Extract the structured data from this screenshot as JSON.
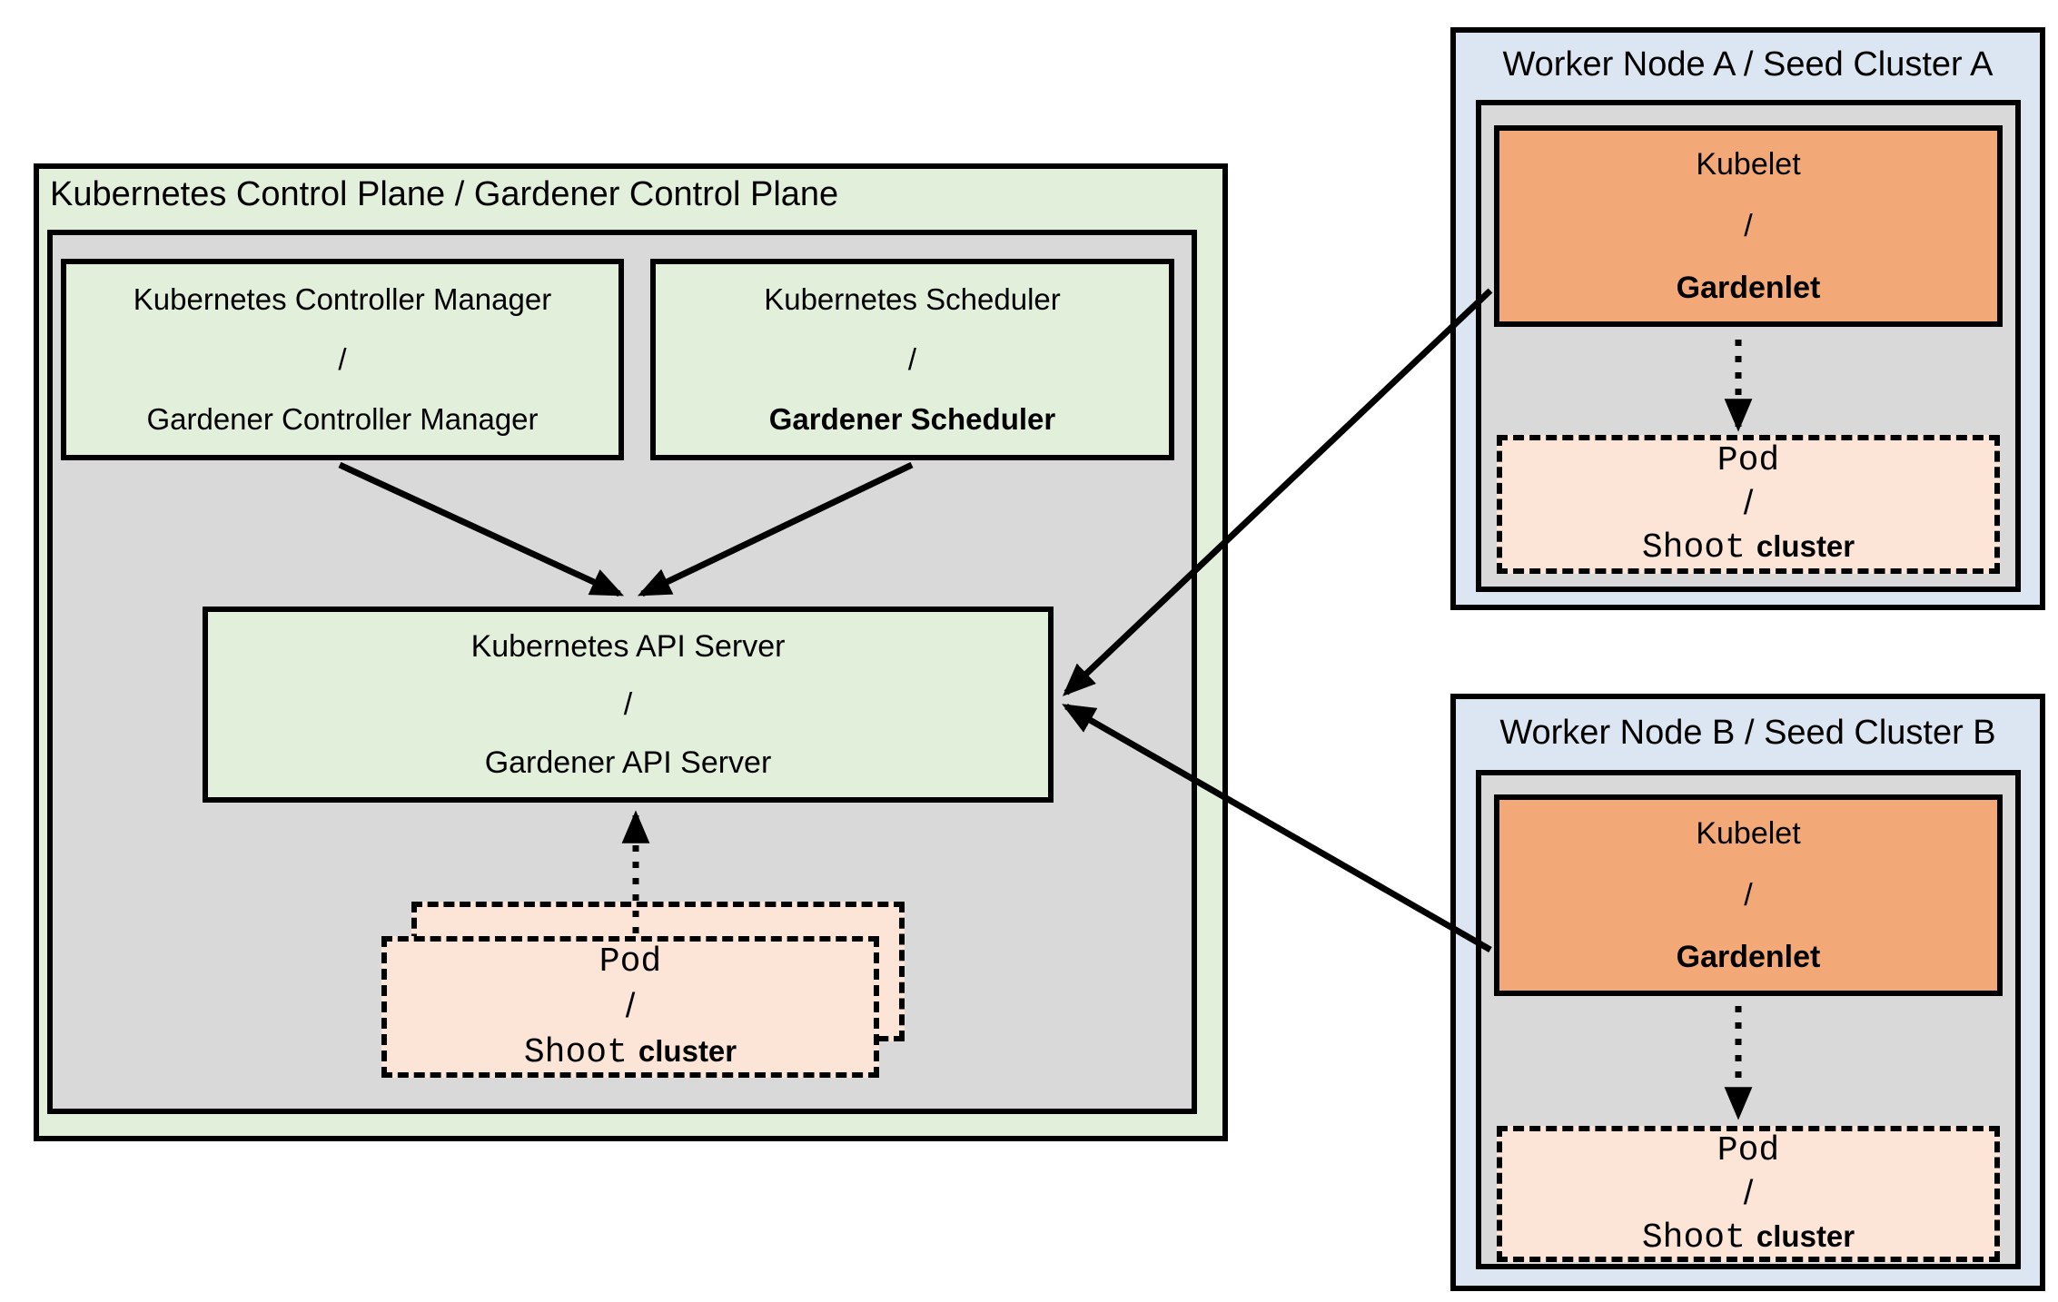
{
  "colors": {
    "control_plane_fill": "#e2efda",
    "inner_area_fill": "#d9d9d9",
    "component_fill": "#e2efda",
    "worker_node_fill": "#dce6f2",
    "kubelet_fill": "#f2a977",
    "pod_fill": "#fce4d6",
    "line_color": "#000000",
    "page_background": "#ffffff"
  },
  "control_plane": {
    "title": "Kubernetes Control Plane / Gardener Control Plane",
    "controller_manager": {
      "line1": "Kubernetes Controller Manager",
      "separator": "/",
      "line2": "Gardener Controller Manager"
    },
    "scheduler": {
      "line1": "Kubernetes Scheduler",
      "separator": "/",
      "line2": "Gardener Scheduler"
    },
    "api_server": {
      "line1": "Kubernetes API Server",
      "separator": "/",
      "line2": "Gardener API Server"
    },
    "pod_stack": {
      "line1": "Pod",
      "separator": "/",
      "line2_code": "Shoot",
      "line2_plain": "cluster"
    }
  },
  "worker_node_a": {
    "title": "Worker Node A / Seed Cluster A",
    "kubelet": {
      "line1": "Kubelet",
      "separator": "/",
      "line2": "Gardenlet"
    },
    "pod": {
      "line1": "Pod",
      "separator": "/",
      "line2_code": "Shoot",
      "line2_plain": "cluster"
    }
  },
  "worker_node_b": {
    "title": "Worker Node B / Seed Cluster B",
    "kubelet": {
      "line1": "Kubelet",
      "separator": "/",
      "line2": "Gardenlet"
    },
    "pod": {
      "line1": "Pod",
      "separator": "/",
      "line2_code": "Shoot",
      "line2_plain": "cluster"
    }
  }
}
